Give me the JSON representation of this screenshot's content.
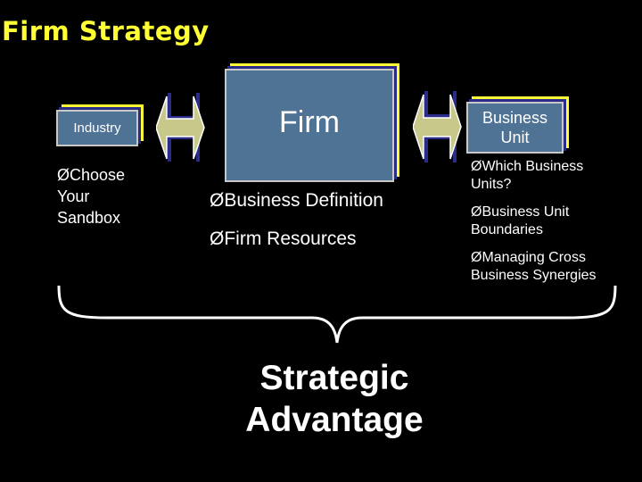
{
  "title": "Firm Strategy",
  "boxes": {
    "industry": "Industry",
    "firm": "Firm",
    "business_unit": "Business Unit"
  },
  "bullet": "Ø",
  "left_list": {
    "items": [
      "ØChoose",
      "Your",
      "Sandbox"
    ]
  },
  "middle_list": {
    "items": [
      "ØBusiness Definition",
      "ØFirm Resources"
    ]
  },
  "right_list": {
    "items": [
      "ØWhich Business Units?",
      "ØBusiness Unit Boundaries",
      "ØManaging Cross Business Synergies"
    ]
  },
  "conclusion": "Strategic Advantage",
  "colors": {
    "background": "#000000",
    "title": "#ffff33",
    "box_fill": "#4f7394",
    "box_shadow_blue": "#2b2b8a",
    "box_shadow_yellow": "#ffff33",
    "arrow_fill": "#c8c88a",
    "text": "#ffffff"
  }
}
